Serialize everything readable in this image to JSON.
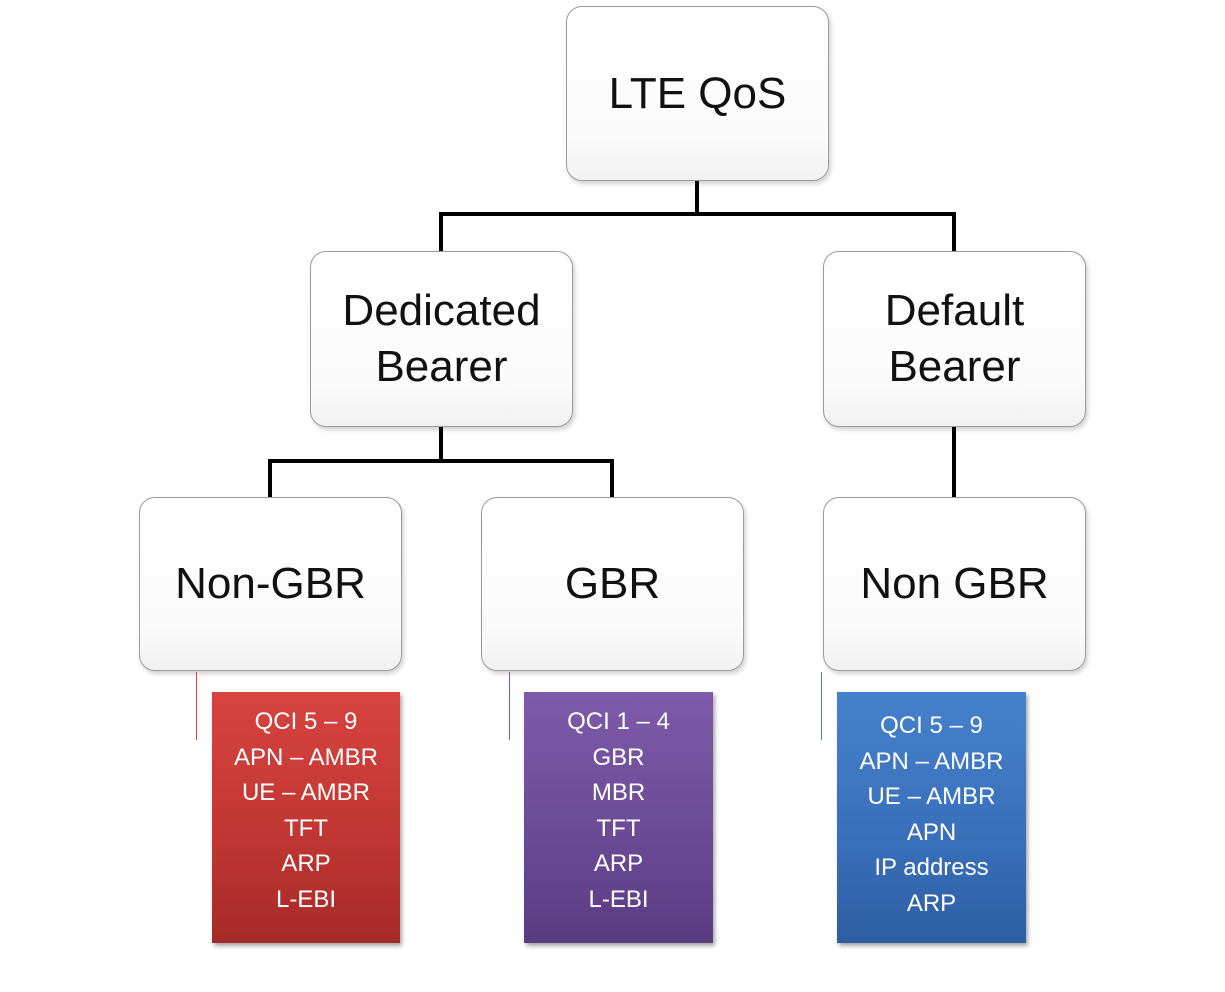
{
  "diagram": {
    "root": {
      "label": "LTE QoS"
    },
    "dedicated_bearer": {
      "line1": "Dedicated",
      "line2": "Bearer"
    },
    "default_bearer": {
      "line1": "Default",
      "line2": "Bearer"
    },
    "non_gbr_dedicated": {
      "label": "Non-GBR"
    },
    "gbr": {
      "label": "GBR"
    },
    "non_gbr_default": {
      "label": "Non GBR"
    },
    "red_box": {
      "color": "#c23733",
      "items": [
        "QCI 5 – 9",
        "APN – AMBR",
        "UE – AMBR",
        "TFT",
        "ARP",
        "L-EBI"
      ]
    },
    "purple_box": {
      "color": "#6c4b96",
      "items": [
        "QCI 1 – 4",
        "GBR",
        "MBR",
        "TFT",
        "ARP",
        "L-EBI"
      ]
    },
    "blue_box": {
      "color": "#3a70bb",
      "items": [
        "QCI 5 – 9",
        "APN – AMBR",
        "UE – AMBR",
        "APN",
        "IP address",
        "ARP"
      ]
    }
  }
}
